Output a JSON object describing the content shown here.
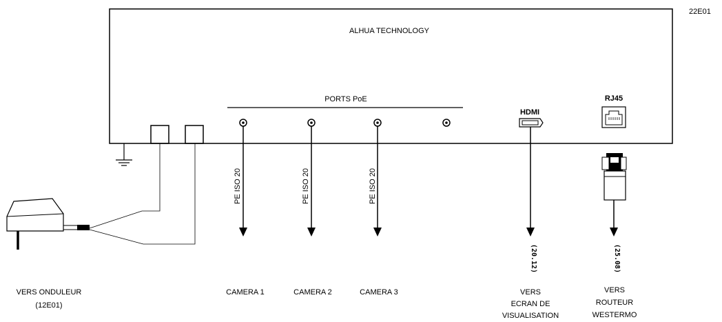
{
  "sheet_ref": "22E01",
  "device": {
    "manufacturer_label": "ALHUA TECHNOLOGY",
    "poe_group_label": "PORTS PoE",
    "hdmi_label": "HDMI",
    "rj45_label": "RJ45"
  },
  "cables": {
    "cam1_spec": "PE ISO 20",
    "cam2_spec": "PE ISO 20",
    "cam3_spec": "PE ISO 20"
  },
  "references": {
    "hdmi_ref": "(20.12)",
    "rj45_ref": "(25.08)"
  },
  "destinations": {
    "ups_line1": "VERS ONDULEUR",
    "ups_line2": "(12E01)",
    "camera1": "CAMERA 1",
    "camera2": "CAMERA 2",
    "camera3": "CAMERA 3",
    "screen_line1": "VERS",
    "screen_line2": "ECRAN DE",
    "screen_line3": "VISUALISATION",
    "router_line1": "VERS",
    "router_line2": "ROUTEUR",
    "router_line3": "WESTERMO"
  }
}
